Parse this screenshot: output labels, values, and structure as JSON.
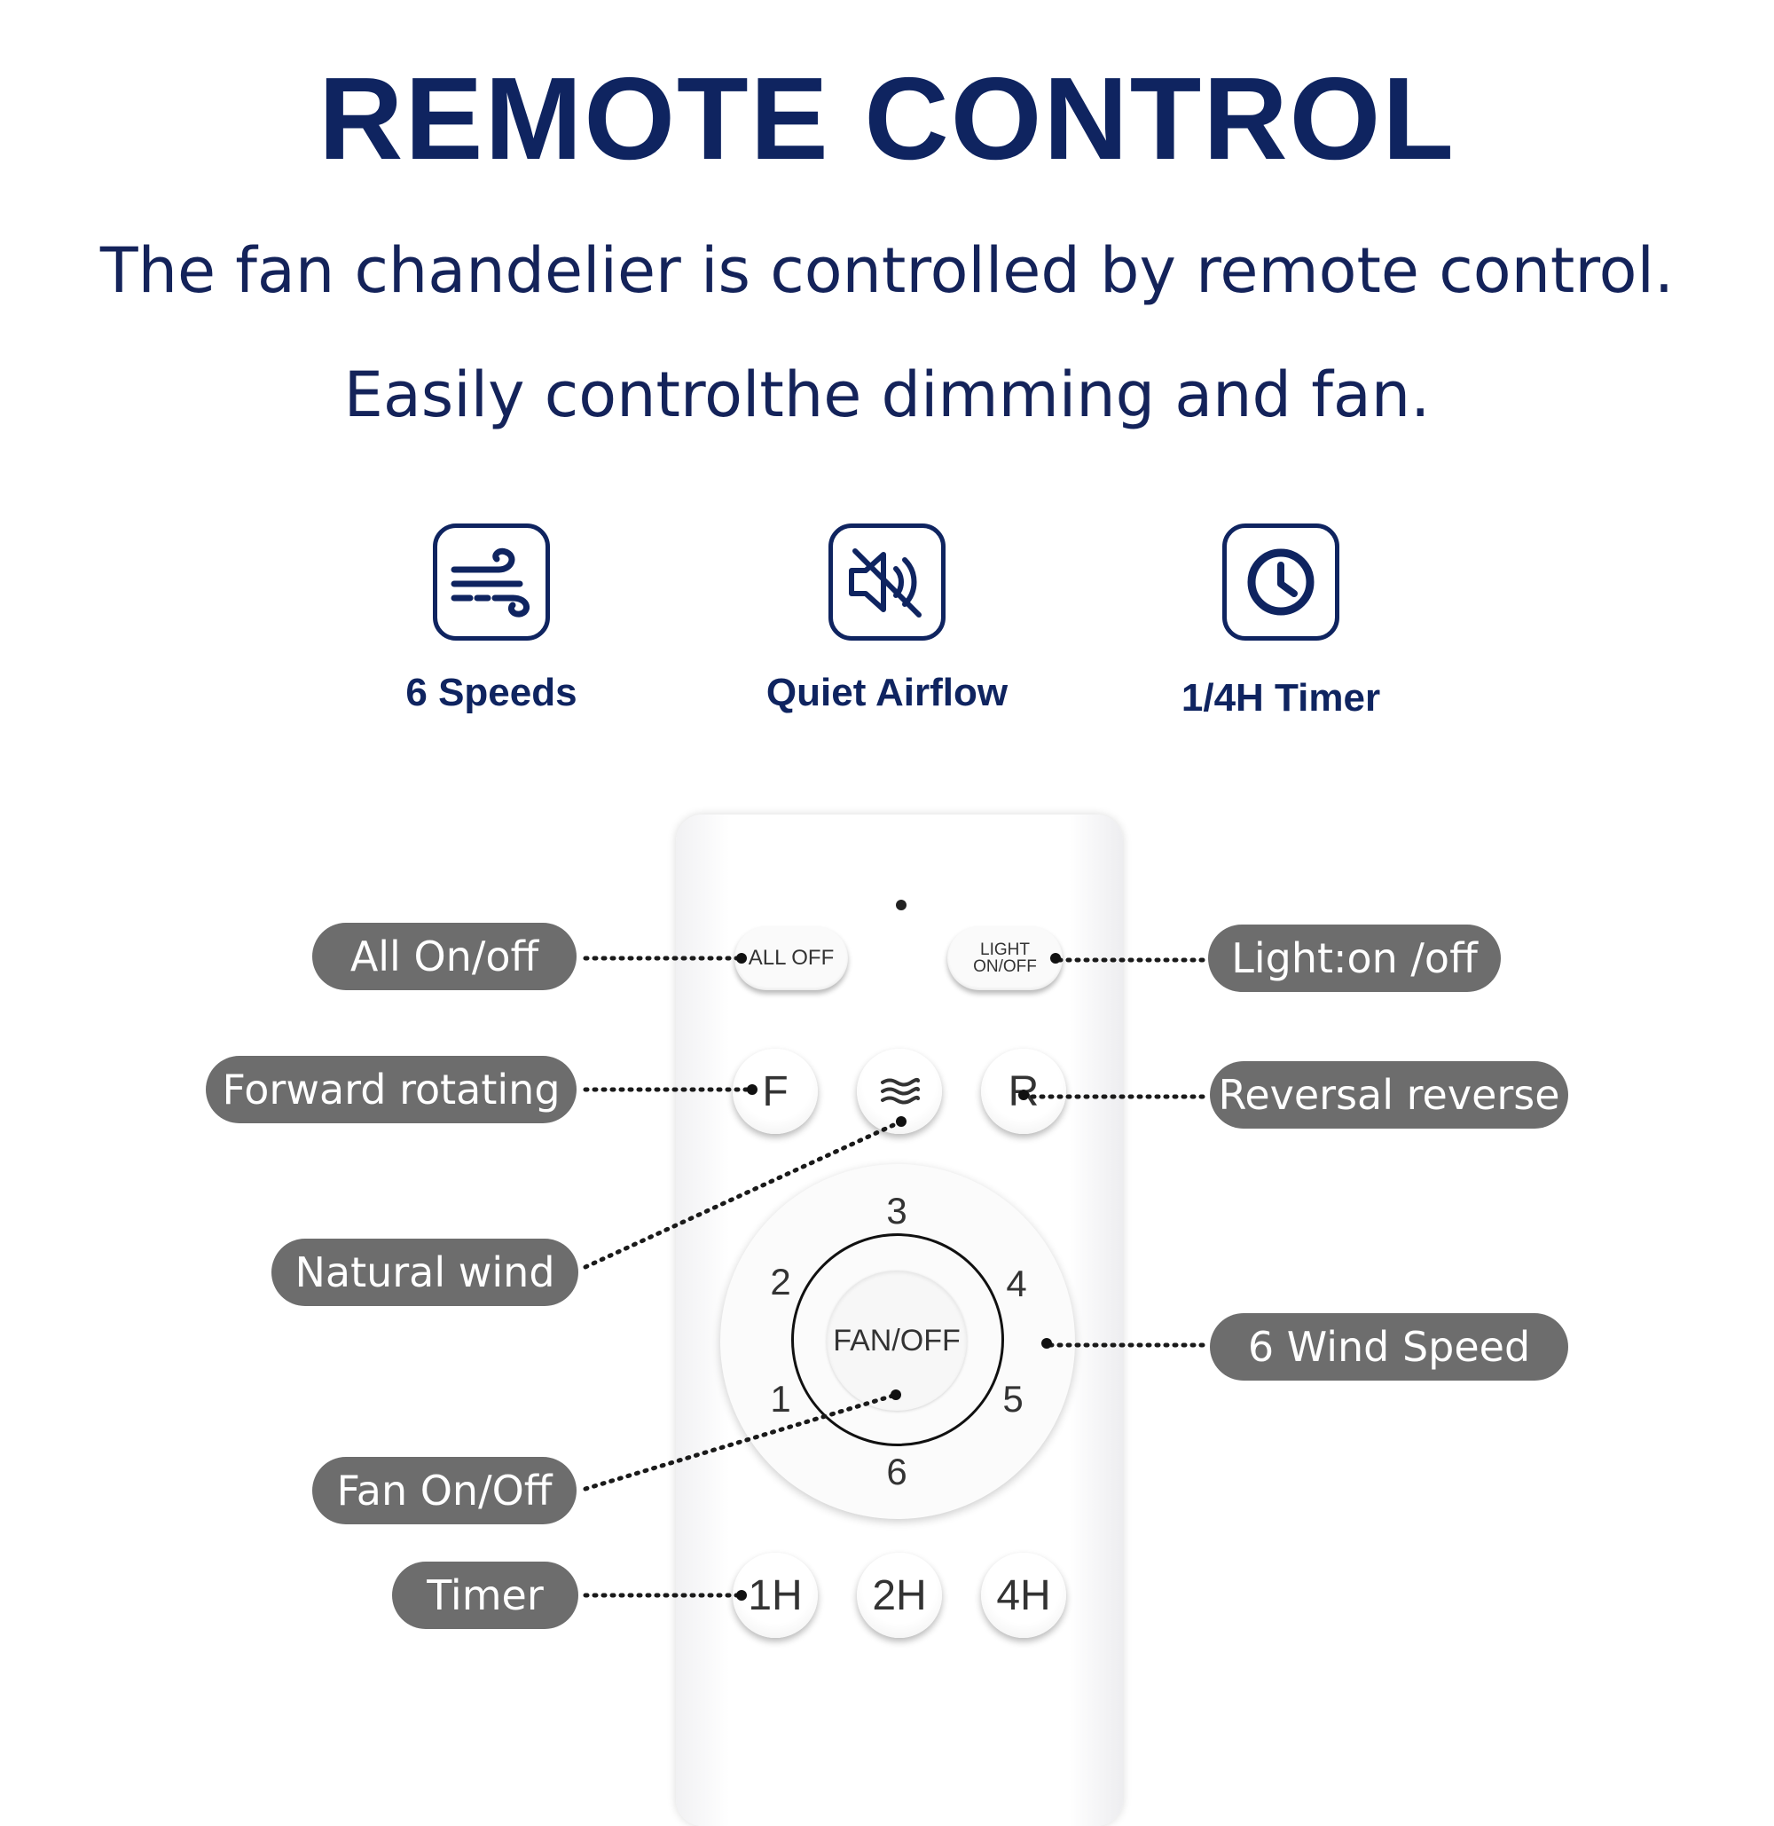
{
  "header": {
    "title": "REMOTE CONTROL",
    "subtitle_line1": "The fan chandelier is controlled by remote control.",
    "subtitle_line2": "Easily controlthe dimming and fan."
  },
  "features": [
    {
      "icon": "wind-icon",
      "label": "6 Speeds"
    },
    {
      "icon": "mute-speaker-icon",
      "label": "Quiet Airflow"
    },
    {
      "icon": "clock-icon",
      "label": "1/4H Timer"
    }
  ],
  "remote": {
    "all_off_label": "ALL OFF",
    "light_label_line1": "LIGHT",
    "light_label_line2": "ON/OFF",
    "forward_label": "F",
    "natural_wind_icon": "wave-lines-icon",
    "reverse_label": "R",
    "fan_off_label": "FAN/OFF",
    "speeds": [
      "1",
      "2",
      "3",
      "4",
      "5",
      "6"
    ],
    "timers": [
      "1H",
      "2H",
      "4H"
    ]
  },
  "callouts": {
    "all_on_off": "All On/off",
    "forward_rotating": "Forward rotating",
    "natural_wind": "Natural wind",
    "fan_on_off": "Fan On/Off",
    "timer": "Timer",
    "light_on_off": "Light:on /off",
    "reversal_reverse": "Reversal reverse",
    "wind_speed": "6 Wind Speed"
  },
  "colors": {
    "navy": "#0f2460",
    "callout_gray": "#6d6d6d",
    "remote_white": "#ffffff"
  }
}
